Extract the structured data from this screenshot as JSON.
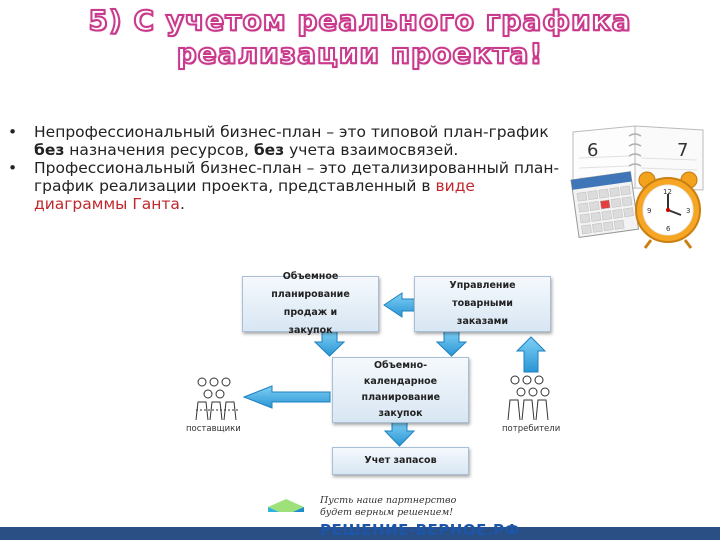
{
  "title": {
    "line1": "5) С учетом реального графика",
    "line2": "реализации проекта!"
  },
  "bullets": [
    {
      "marker": "•",
      "p1": "Непрофессиональный бизнес-план – это типовой план-график ",
      "b1": "без",
      "p2": " назначения ресурсов, ",
      "b2": "без",
      "p3": " учета взаимосвязей."
    },
    {
      "marker": "•",
      "p1": "Профессиональный бизнес-план – это детализированный план-график реализации проекта, представленный в ",
      "red": "виде диаграммы Ганта",
      "p2": "."
    }
  ],
  "calendar": {
    "left_page": "6",
    "right_page": "7",
    "clock_12": "12",
    "clock_3": "3",
    "clock_9": "9",
    "clock_6": "6"
  },
  "diagram": {
    "box_sales": "Объемное планирование продаж и закупок",
    "box_orders": "Управление товарными заказами",
    "box_calendar": "Объемно-календарное планирование закупок",
    "box_stock": "Учет запасов",
    "suppliers_label": "поставщики",
    "consumers_label": "потребители"
  },
  "logo": {
    "slogan": "Пусть наше партнерство будет верным решением!",
    "name": "РЕШЕНИЕ-ВЕРНОЕ.РФ"
  },
  "colors": {
    "title": "#c93a8d",
    "accent_red": "#c0282d",
    "arrow_blue": "#3fa8e0",
    "bar": "#2a4f85"
  }
}
